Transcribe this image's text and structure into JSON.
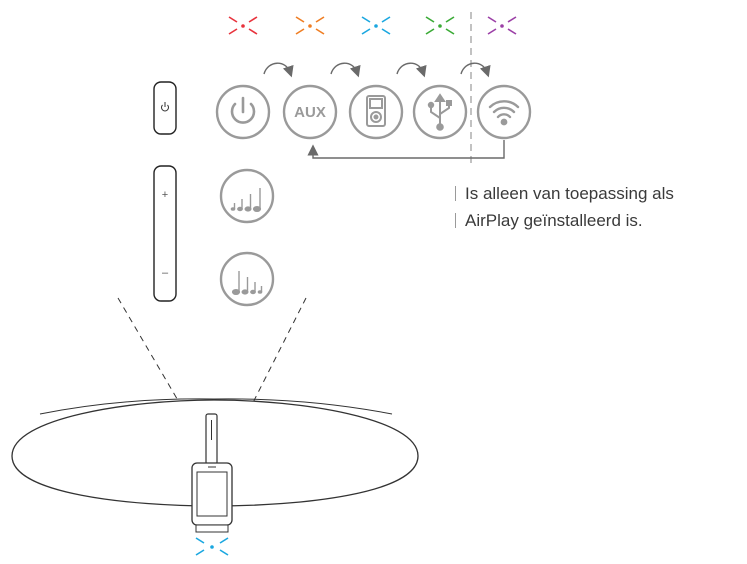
{
  "buttons": {
    "power_label": "",
    "aux_label": "AUX"
  },
  "side_controls": {
    "plus": "+",
    "minus": "–"
  },
  "note": {
    "line1": "Is alleen van toepassing als",
    "line2": "AirPlay geïnstalleerd is."
  },
  "icons": [
    "power-icon",
    "aux-icon",
    "ipod-icon",
    "usb-icon",
    "wifi-icon",
    "volume-up-icon",
    "volume-down-icon"
  ],
  "colors": {
    "indicator_red": "#e8323c",
    "indicator_orange": "#ef7d22",
    "indicator_cyan": "#1aa7e0",
    "indicator_green": "#3aaa35",
    "indicator_purple": "#9b3fa6",
    "line_gray": "#9a9a9a"
  }
}
